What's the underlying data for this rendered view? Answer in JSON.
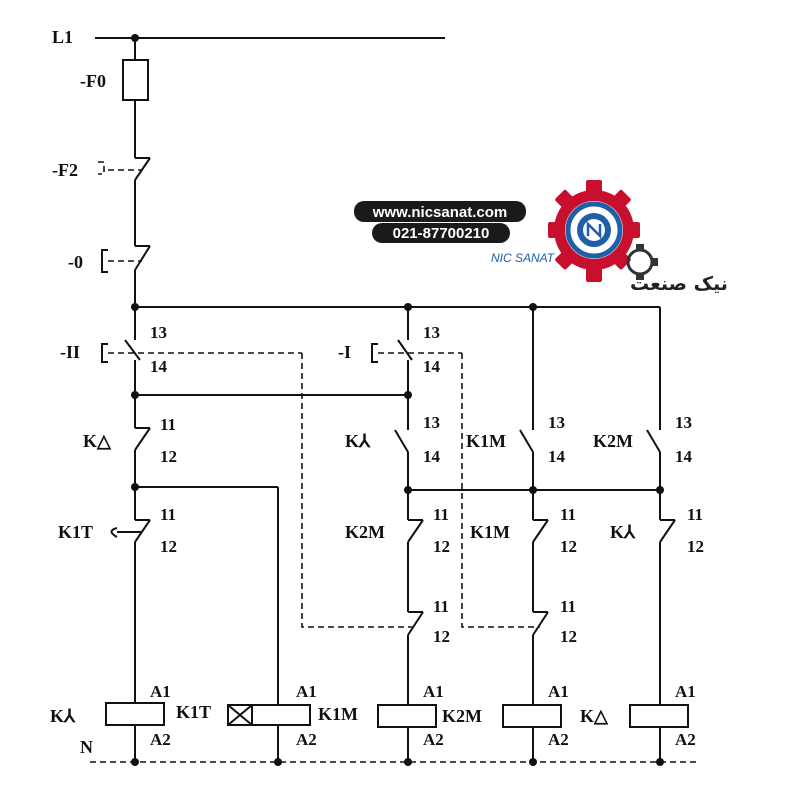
{
  "supply": {
    "line": "L1",
    "neutral": "N"
  },
  "devices": {
    "fuse": "-F0",
    "overload": "-F2",
    "stop": "-0",
    "start_delta": "-II",
    "start_star": "-I",
    "k_delta": "K△",
    "k_star": "K⅄",
    "k1m": "K1M",
    "k2m": "K2M",
    "k1t": "K1T"
  },
  "terminals": {
    "no_in": "13",
    "no_out": "14",
    "nc_in": "11",
    "nc_out": "12",
    "coil_a1": "A1",
    "coil_a2": "A2"
  },
  "logo": {
    "website": "www.nicsanat.com",
    "phone": "021-87700210",
    "brand_latin": "NIC SANAT",
    "brand_persian": "نیک صنعت",
    "colors": {
      "gear": "#c8102e",
      "ring": "#1f5ea8",
      "badge": "#1a1a1a"
    }
  }
}
